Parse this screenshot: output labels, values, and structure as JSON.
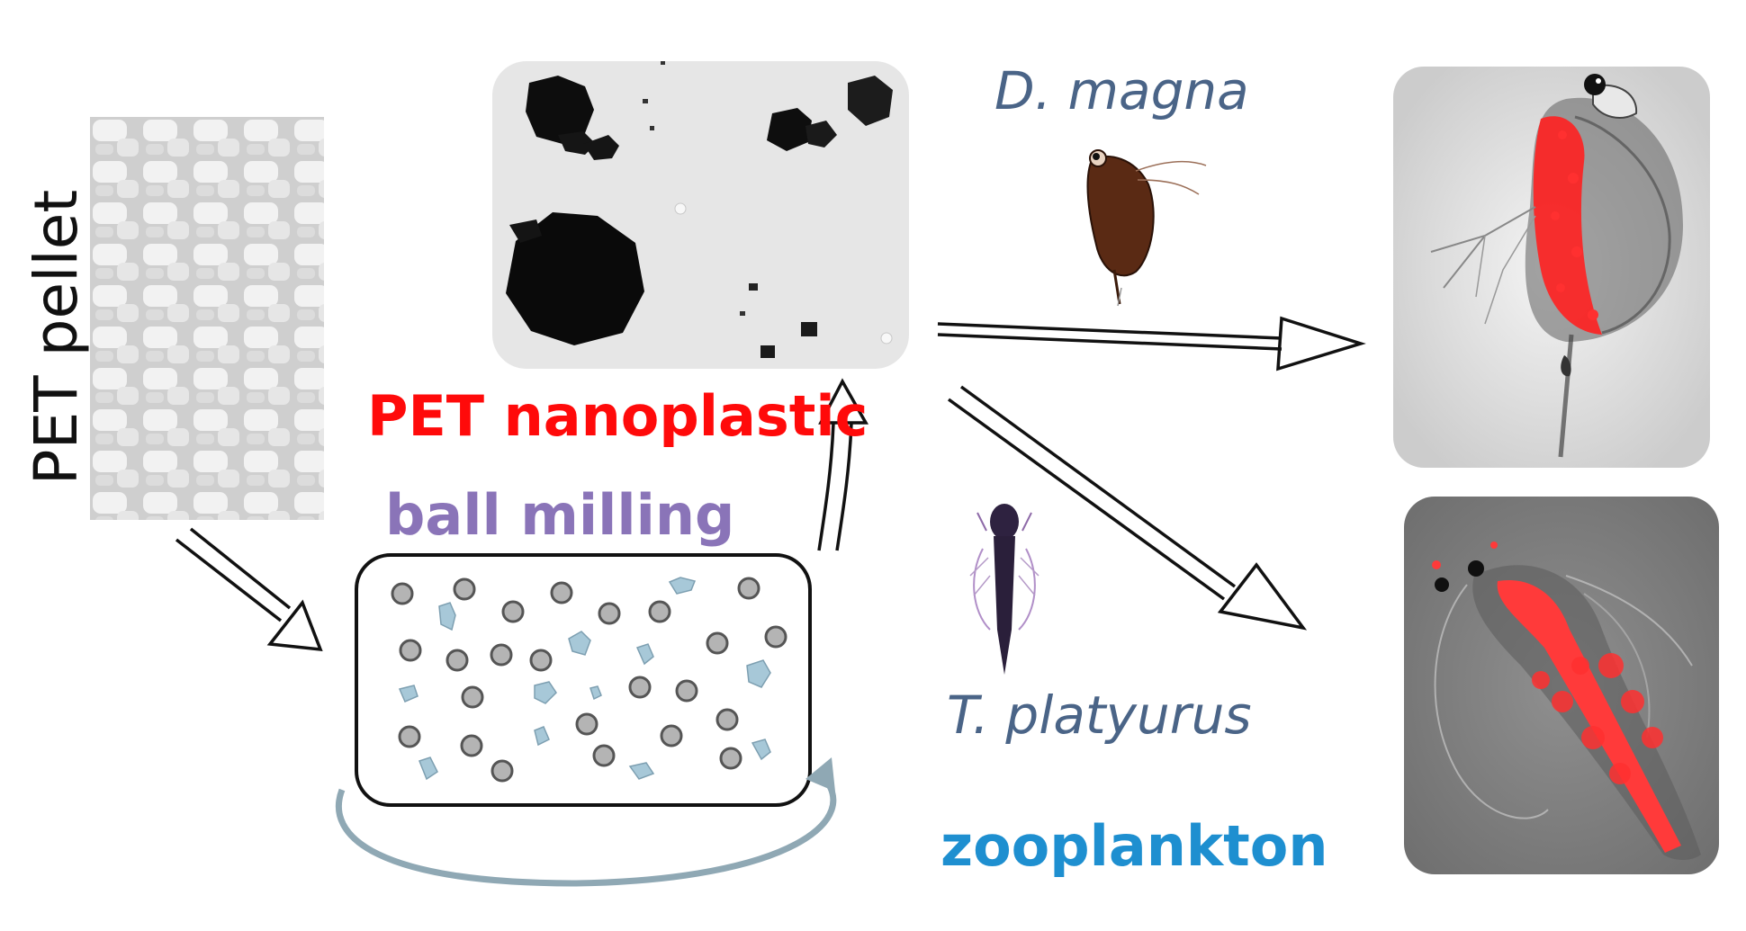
{
  "labels": {
    "pet_pellet": "PET pellet",
    "pet_nanoplastic": "PET nanoplastic",
    "ball_milling": "ball milling",
    "d_magna": "D. magna",
    "t_platyurus": "T. platyurus",
    "zooplankton": "zooplankton"
  },
  "colors": {
    "nanoplastic_label": "#ff0a0a",
    "ball_milling_label": "#8a74b8",
    "species_label": "#4a6487",
    "zooplankton_label": "#1e8fd0",
    "fluorescence": "#ff2020",
    "fragment": "#a7c8d8",
    "mill_ball": "#b4b4b4",
    "cycle_arrow": "#8fa8b4"
  }
}
